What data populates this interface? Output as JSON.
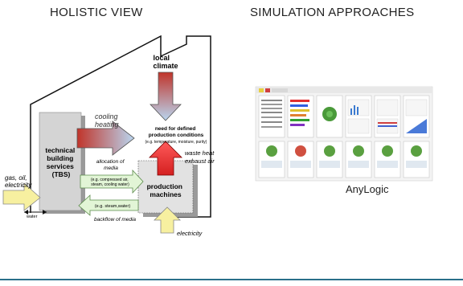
{
  "headings": {
    "left": "HOLISTIC VIEW",
    "right": "SIMULATION APPROACHES"
  },
  "diagram": {
    "local_climate": [
      "local",
      "climate"
    ],
    "cooling": "cooling",
    "heating": "heating",
    "need_title": [
      "need for defined",
      "production conditions"
    ],
    "need_sub": "(e.g. temperature, moisture, purity)",
    "waste_heat": "waste heat",
    "exhaust_air": "exhaust air",
    "tbs": [
      "technical",
      "building",
      "services",
      "(TBS)"
    ],
    "allocation": [
      "allocation of",
      "media"
    ],
    "compressed": [
      "(e.g. compressed air,",
      "steam, cooling water)"
    ],
    "steam_water": "(e.g. steam,water)",
    "backflow": "backflow of media",
    "production": [
      "production",
      "machines"
    ],
    "inputs": [
      "gas, oil,",
      "electricity"
    ],
    "water": "water",
    "electricity": "electricity"
  },
  "simulation": {
    "tool_label": "AnyLogic"
  },
  "colors": {
    "rule": "#2a6f8a",
    "tbs_fill": "#d4d4d4",
    "arrow_green": "#e2f5d6",
    "arrow_yellow": "#f7f0a0"
  }
}
